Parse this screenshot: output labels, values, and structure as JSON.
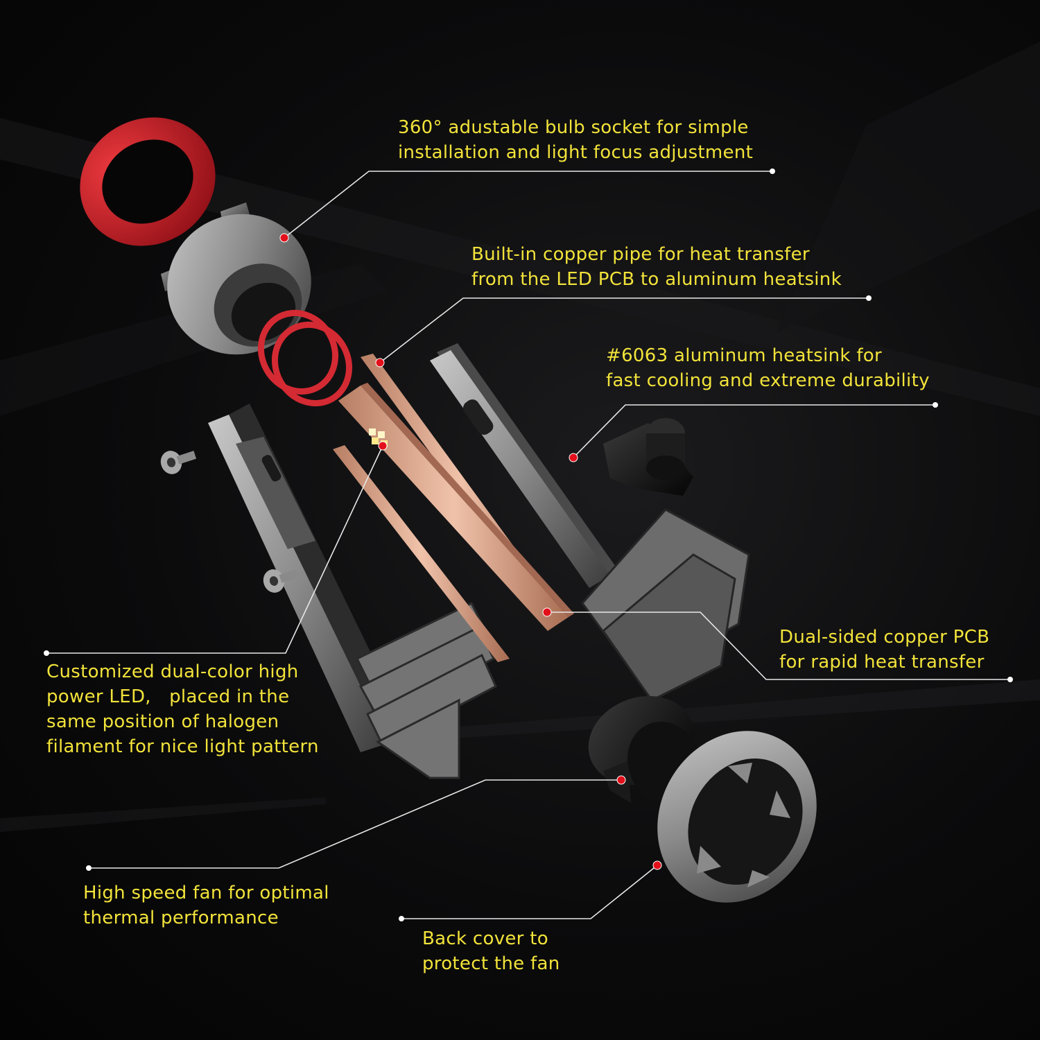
{
  "colors": {
    "label_text": "#f2e33a",
    "callout_line": "#e8e8e8",
    "marker_dot": "#e3101b",
    "seal_red": "#c8232b",
    "copper": "#d9a48a",
    "aluminum": "#8f8f8f",
    "background": "#060606"
  },
  "callouts": [
    {
      "id": "socket",
      "lines": [
        "360° adustable bulb socket for simple",
        "installation and light focus adjustment"
      ],
      "part_icon": "bulb-socket-icon"
    },
    {
      "id": "copper-pipe",
      "lines": [
        "Built-in copper pipe for heat transfer",
        "from the LED PCB to aluminum heatsink"
      ],
      "part_icon": "copper-pipe-icon"
    },
    {
      "id": "heatsink",
      "lines": [
        "#6063 aluminum heatsink for",
        "fast cooling and extreme durability"
      ],
      "part_icon": "heatsink-icon"
    },
    {
      "id": "pcb",
      "lines": [
        "Dual-sided copper PCB",
        "for rapid heat transfer"
      ],
      "part_icon": "pcb-icon"
    },
    {
      "id": "led",
      "lines": [
        "Customized dual-color high",
        "power LED,　placed in the",
        "same position of halogen",
        "filament for nice light pattern"
      ],
      "part_icon": "led-chip-icon"
    },
    {
      "id": "fan",
      "lines": [
        "High speed fan for optimal",
        "thermal performance"
      ],
      "part_icon": "fan-icon"
    },
    {
      "id": "back-cover",
      "lines": [
        "Back cover to",
        "protect the fan"
      ],
      "part_icon": "back-cover-icon"
    }
  ]
}
